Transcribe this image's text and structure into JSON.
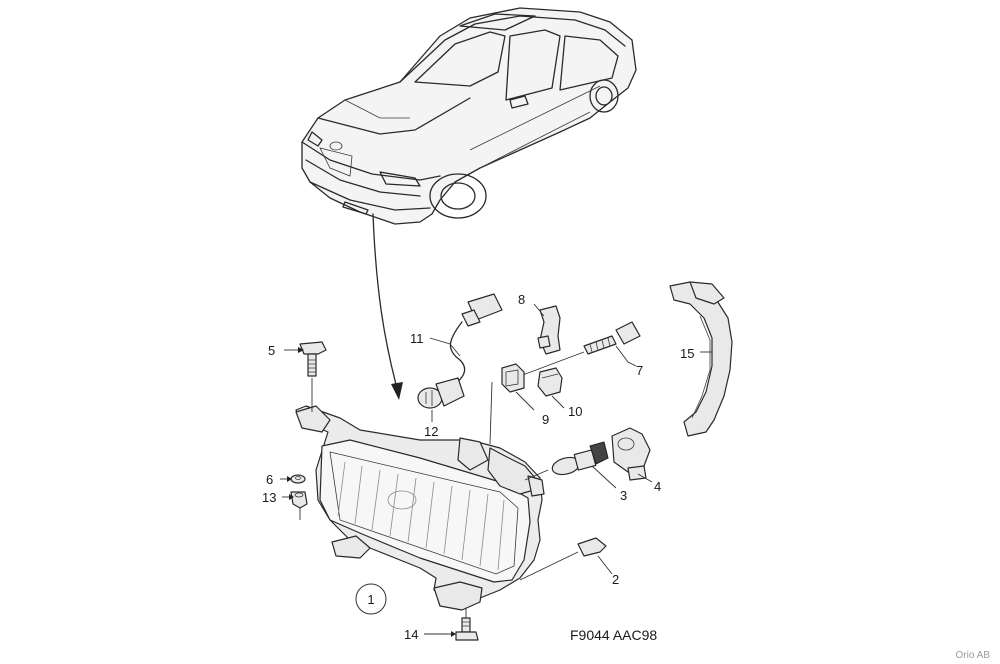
{
  "diagram": {
    "figure_code": "F9044 AAC98",
    "watermark": "Orio AB",
    "view_number": "1",
    "callouts": [
      {
        "id": "c1",
        "label": "1"
      },
      {
        "id": "c2",
        "label": "2"
      },
      {
        "id": "c3",
        "label": "3"
      },
      {
        "id": "c4",
        "label": "4"
      },
      {
        "id": "c5",
        "label": "5"
      },
      {
        "id": "c6",
        "label": "6"
      },
      {
        "id": "c7",
        "label": "7"
      },
      {
        "id": "c8",
        "label": "8"
      },
      {
        "id": "c9",
        "label": "9"
      },
      {
        "id": "c10",
        "label": "10"
      },
      {
        "id": "c11",
        "label": "11"
      },
      {
        "id": "c12",
        "label": "12"
      },
      {
        "id": "c13",
        "label": "13"
      },
      {
        "id": "c14",
        "label": "14"
      },
      {
        "id": "c15",
        "label": "15"
      }
    ]
  }
}
